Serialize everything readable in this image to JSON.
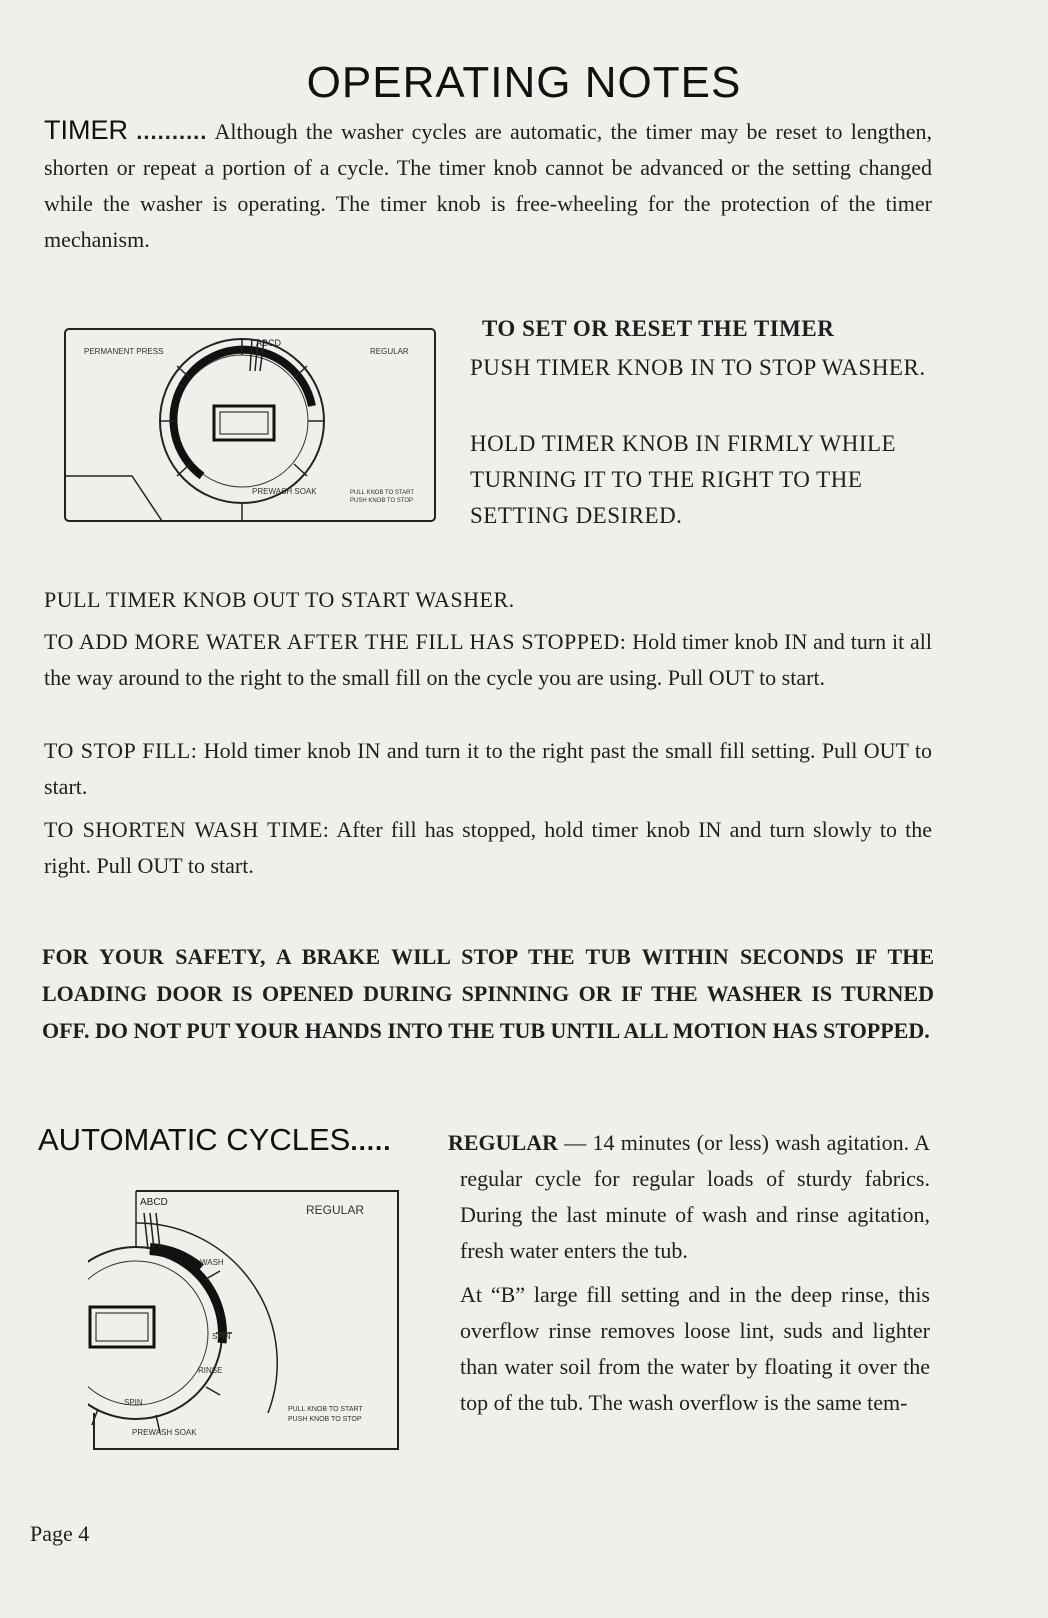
{
  "title": "OPERATING NOTES",
  "timer": {
    "heading": "TIMER",
    "dots": "..........",
    "text": "Although the washer cycles are automatic, the timer may be reset to lengthen, shorten or repeat a portion of a cycle. The timer knob cannot be advanced or the setting changed while the washer is operating. The timer knob is free-wheeling for the protection of the timer mechanism."
  },
  "set_reset": {
    "heading": "TO SET OR RESET THE TIMER",
    "step1": "PUSH TIMER KNOB IN TO STOP WASHER.",
    "step2": "HOLD TIMER KNOB IN FIRMLY WHILE TURNING IT TO THE RIGHT TO THE SETTING DESIRED."
  },
  "diagram1": {
    "label_left": "PERMANENT PRESS",
    "label_right": "REGULAR",
    "letters": "ABCD",
    "prewash": "PREWASH SOAK",
    "pull_push": [
      "PULL KNOB TO START",
      "PUSH KNOB TO STOP"
    ]
  },
  "notes": {
    "pull": "PULL TIMER KNOB OUT TO START WASHER.",
    "add_water_head": "TO ADD MORE WATER AFTER THE FILL HAS STOPPED:",
    "add_water_text": "Hold timer knob IN and turn it all the way around to the right to the small fill on the cycle you are using. Pull OUT to start.",
    "stop_fill_head": "TO STOP FILL:",
    "stop_fill_text": "Hold timer knob IN and turn it to the right past the small fill setting. Pull OUT to start.",
    "shorten_head": "TO SHORTEN WASH TIME:",
    "shorten_text": "After fill has stopped, hold timer knob IN and turn slowly to the right. Pull OUT to start."
  },
  "safety": "FOR YOUR SAFETY, A BRAKE WILL STOP THE TUB WITHIN SECONDS IF THE LOADING DOOR IS OPENED DURING SPINNING OR IF THE WASHER IS TURNED OFF. DO NOT PUT YOUR HANDS INTO THE TUB UNTIL ALL MOTION HAS STOPPED.",
  "automatic": {
    "heading": "AUTOMATIC CYCLES",
    "dots": ".....",
    "regular_label": "REGULAR",
    "dash": " — ",
    "para1": "14 minutes (or less) wash agitation. A regular cycle for regular loads of sturdy fabrics. During the last minute of wash and rinse agitation, fresh water enters the tub.",
    "para2": "At “B” large fill setting and in the deep rinse, this overflow rinse removes loose lint, suds and lighter than water soil from the water by floating it over the top of the tub. The wash overflow is the same tem-"
  },
  "diagram2": {
    "label": "REGULAR",
    "letters": "ABCD",
    "wash": "WASH",
    "spin": "SPIN",
    "rinse": "RINSE",
    "spin2": "SPIN",
    "prewash": "PREWASH SOAK",
    "pull_push": [
      "PULL KNOB TO START",
      "PUSH KNOB TO STOP"
    ]
  },
  "page": "Page 4"
}
